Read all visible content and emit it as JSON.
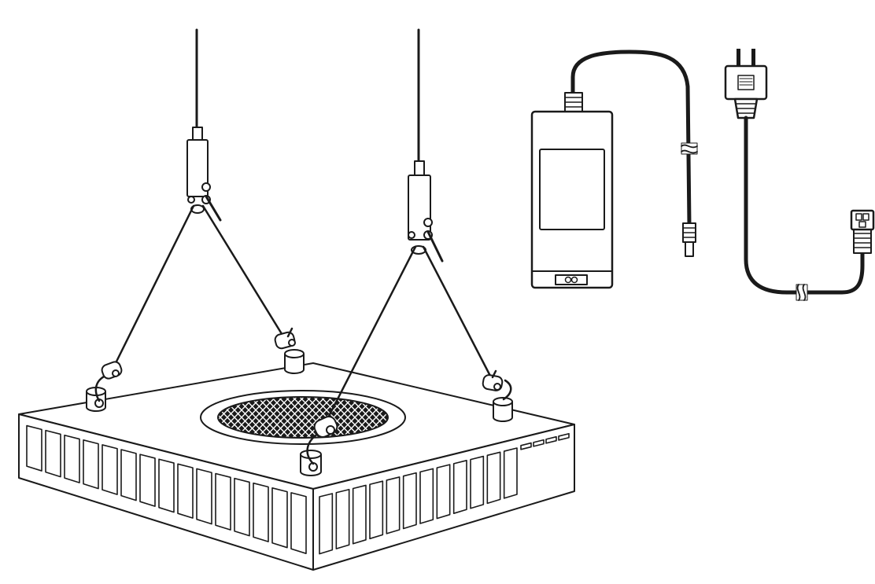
{
  "figure": {
    "components": [
      {
        "id": "led-light-fixture",
        "icon": "light-fixture-icon",
        "ventilation_slots_front": 15,
        "ventilation_slots_right": 12
      },
      {
        "id": "hanging-kit",
        "icon": "suspension-cable-icon",
        "cables": 2,
        "mount_points": 4
      },
      {
        "id": "power-adapter",
        "icon": "power-adapter-icon"
      },
      {
        "id": "ac-power-cord",
        "icon": "power-plug-icon"
      }
    ],
    "colors": {
      "line": "#1a1a1a",
      "background": "#ffffff"
    }
  }
}
